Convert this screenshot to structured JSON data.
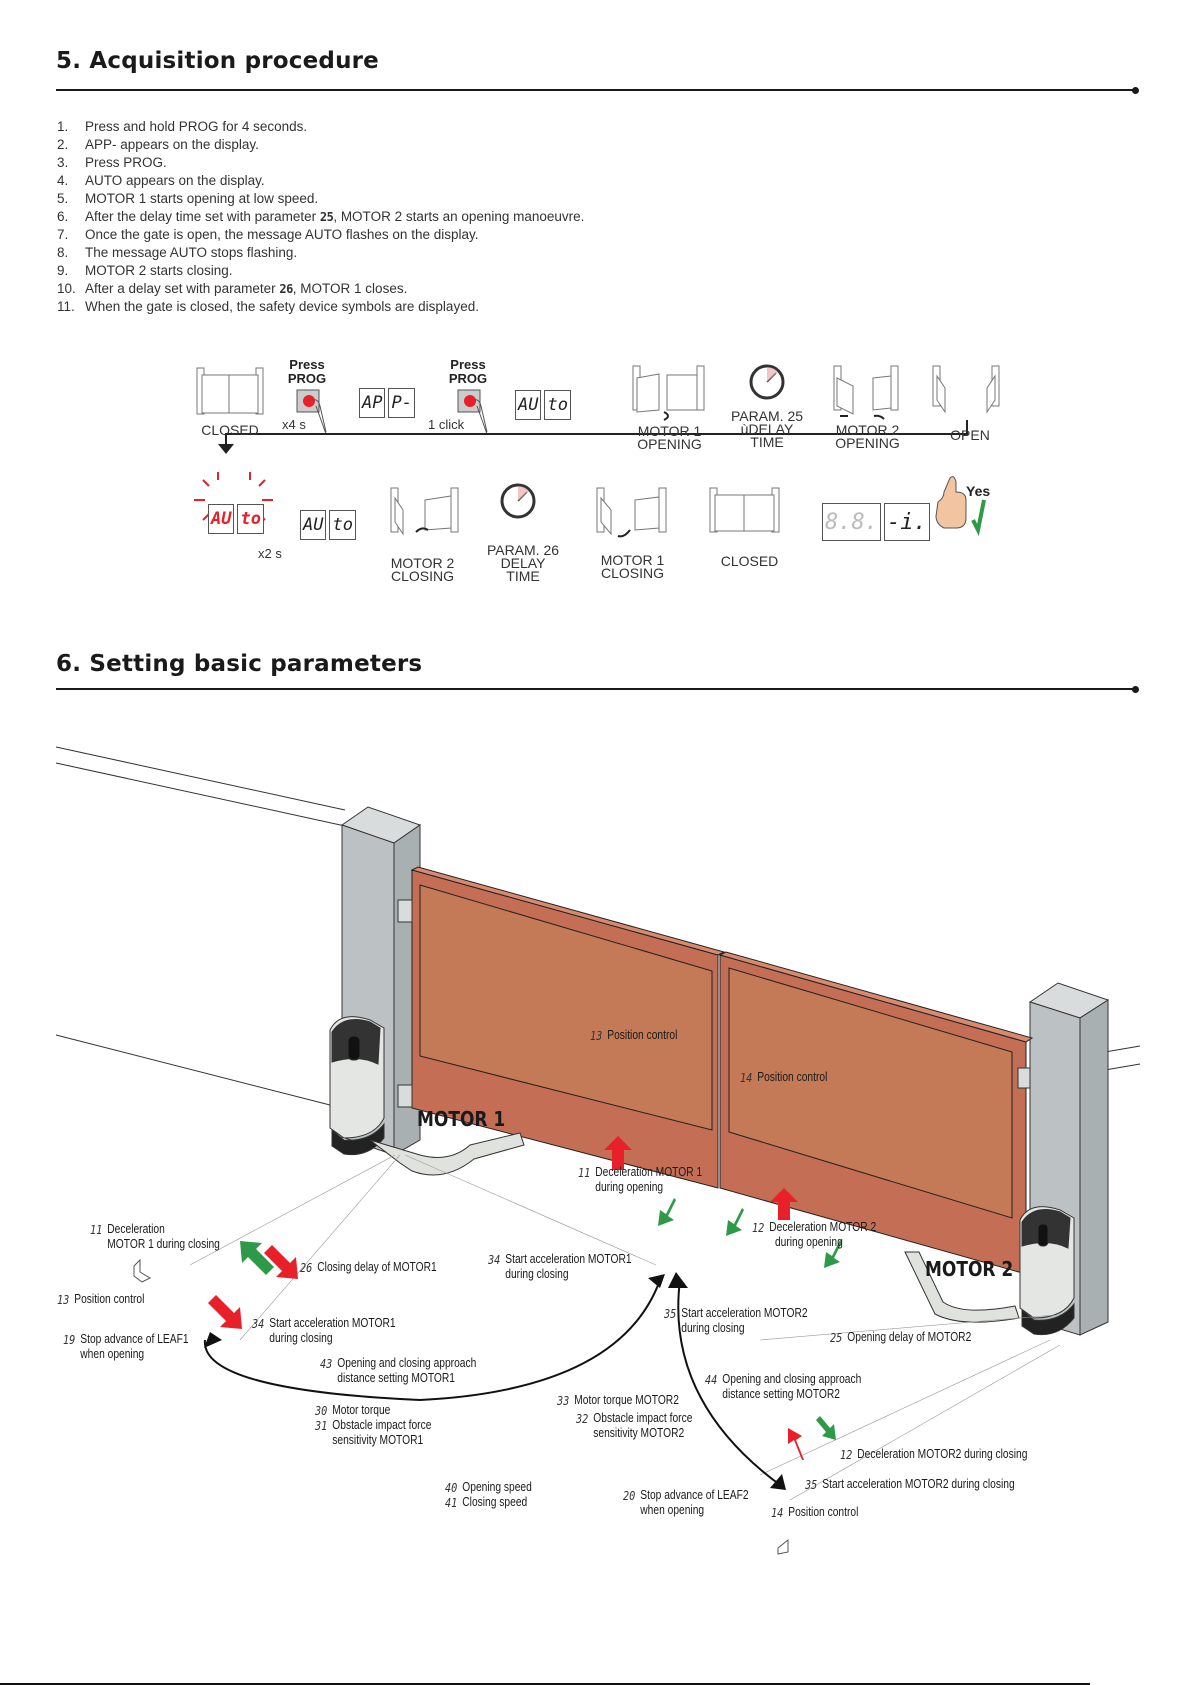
{
  "section5": {
    "number": "5.",
    "title": "Acquisition procedure",
    "steps": [
      {
        "num": "1.",
        "text": "Press and hold PROG for 4 seconds."
      },
      {
        "num": "2.",
        "text": "APP- appears on the display."
      },
      {
        "num": "3.",
        "text": "Press PROG."
      },
      {
        "num": "4.",
        "text": "AUTO appears on the display."
      },
      {
        "num": "5.",
        "text": "MOTOR 1 starts opening at low speed."
      },
      {
        "num": "6.",
        "pre": "After the delay time set with parameter ",
        "param": "25",
        "post": ", MOTOR 2 starts an opening manoeuvre."
      },
      {
        "num": "7.",
        "text": "Once the gate is open, the message AUTO flashes on the display."
      },
      {
        "num": "8.",
        "text": "The message AUTO stops flashing."
      },
      {
        "num": "9.",
        "text": "MOTOR 2 starts closing."
      },
      {
        "num": "10.",
        "pre": "After a delay set with parameter ",
        "param": "26",
        "post": ", MOTOR 1 closes."
      },
      {
        "num": "11.",
        "text": "When the gate is closed, the safety device symbols are displayed."
      }
    ],
    "flow_row1": {
      "closed": "CLOSED",
      "press1": "Press\nPROG",
      "press1_note": "x4 s",
      "display1": [
        "AP",
        "P-"
      ],
      "press2": "Press\nPROG",
      "press2_note": "1 click",
      "display2": [
        "AU",
        "to"
      ],
      "motor1_opening": "MOTOR 1\nOPENING",
      "param25": "PARAM. 25\nùDELAY\nTIME",
      "motor2_opening": "MOTOR 2\nOPENING",
      "open": "OPEN"
    },
    "flow_row2": {
      "flash_display": [
        "AU",
        "to"
      ],
      "flash_note": "x2 s",
      "display": [
        "AU",
        "to"
      ],
      "motor2_closing": "MOTOR 2\nCLOSING",
      "param26": "PARAM. 26\nDELAY\nTIME",
      "motor1_closing": "MOTOR 1\nCLOSING",
      "closed": "CLOSED",
      "safety_display": [
        "8.8.",
        "-i."
      ],
      "yes": "Yes"
    }
  },
  "section6": {
    "number": "6.",
    "title": "Setting basic parameters",
    "motor1_label": "MOTOR 1",
    "motor2_label": "MOTOR 2",
    "annotations": [
      {
        "code": "13",
        "text": "Position control",
        "id": "pos13-gate"
      },
      {
        "code": "14",
        "text": "Position control",
        "id": "pos14-gate"
      },
      {
        "code": "11",
        "text": "Deceleration MOTOR 1\nduring opening",
        "id": "dec11-open"
      },
      {
        "code": "12",
        "text": "Deceleration MOTOR 2\n  during opening",
        "id": "dec12-open"
      },
      {
        "code": "11",
        "text": "Deceleration\nMOTOR 1 during closing",
        "id": "dec11-close"
      },
      {
        "code": "26",
        "text": "Closing delay of MOTOR1",
        "id": "delay26"
      },
      {
        "code": "34",
        "text": "Start acceleration MOTOR1\nduring closing",
        "id": "acc34-right"
      },
      {
        "code": "13",
        "text": "Position control",
        "id": "pos13-left"
      },
      {
        "code": "34",
        "text": "Start acceleration MOTOR1\nduring closing",
        "id": "acc34-left"
      },
      {
        "code": "19",
        "text": "Stop advance of LEAF1\nwhen opening",
        "id": "stop19"
      },
      {
        "code": "35",
        "text": "Start acceleration MOTOR2\nduring closing",
        "id": "acc35-center"
      },
      {
        "code": "25",
        "text": "Opening delay of MOTOR2",
        "id": "delay25"
      },
      {
        "code": "43",
        "text": "Opening and closing approach\ndistance setting MOTOR1",
        "id": "approach43"
      },
      {
        "code": "44",
        "text": "Opening and closing approach\ndistance setting MOTOR2",
        "id": "approach44"
      },
      {
        "code": "30",
        "text": "Motor torque",
        "id": "torque30"
      },
      {
        "code": "31",
        "text": "Obstacle impact force\nsensitivity MOTOR1",
        "id": "obstacle31"
      },
      {
        "code": "33",
        "text": "Motor torque MOTOR2",
        "id": "torque33"
      },
      {
        "code": "32",
        "text": "Obstacle impact force\nsensitivity MOTOR2",
        "id": "obstacle32"
      },
      {
        "code": "12",
        "text": "Deceleration MOTOR2 during closing",
        "id": "dec12-close"
      },
      {
        "code": "35",
        "text": "Start acceleration MOTOR2 during closing",
        "id": "acc35-right"
      },
      {
        "code": "40",
        "text": "Opening speed",
        "id": "speed40"
      },
      {
        "code": "41",
        "text": "Closing speed",
        "id": "speed41"
      },
      {
        "code": "20",
        "text": "Stop advance of LEAF2\nwhen opening",
        "id": "stop20"
      },
      {
        "code": "14",
        "text": "Position control",
        "id": "pos14-right"
      }
    ]
  },
  "colors": {
    "gate": "#c46e55",
    "gate_panel": "#c47a56",
    "pillar": "#bcc2c4",
    "arrow_red": "#e8202a",
    "arrow_green": "#2e9a48",
    "text": "#1a1a1a"
  }
}
